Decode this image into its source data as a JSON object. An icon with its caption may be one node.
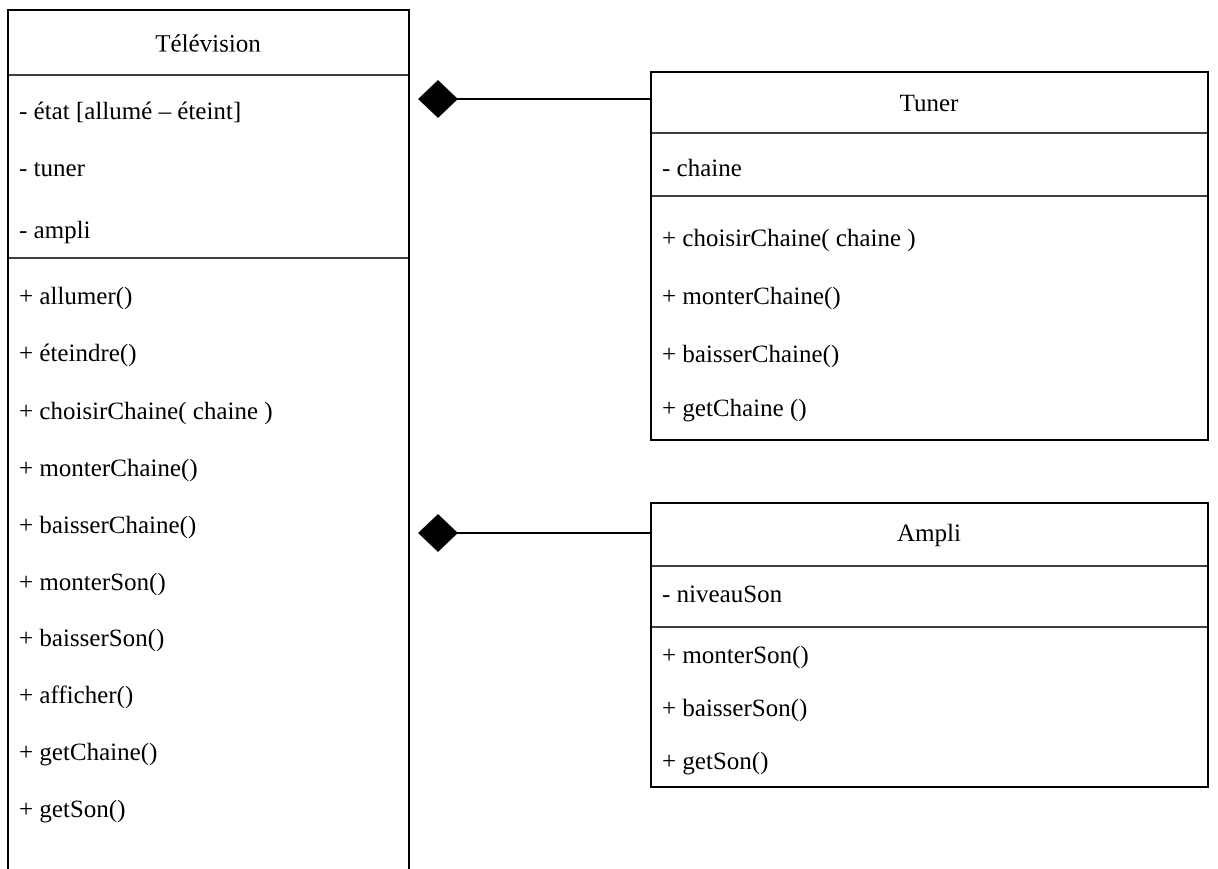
{
  "diagram": {
    "nodes": [
      {
        "text": [
          "Télévision",
          "- état [allumé – éteint]",
          "- tuner",
          "- ampli",
          "+ allumer()",
          "+ éteindre()",
          "+ choisirChaine( chaine )",
          "+ monterChaine()",
          "+ baisserChaine()",
          "+ monterSon()",
          "+ baisserSon()",
          "+ afficher()",
          "+ getChaine()",
          "+ getSon()"
        ]
      },
      {
        "text": [
          "Tuner",
          "- chaine",
          "+ choisirChaine( chaine )",
          "+ monterChaine()",
          "+ baisserChaine()",
          "+ getChaine ()"
        ]
      },
      {
        "text": [
          "Ampli",
          "- niveauSon",
          "+ monterSon()",
          "+ baisserSon()",
          "+ getSon()"
        ]
      }
    ],
    "edges": [
      {
        "from": 0,
        "to": 1,
        "arrow": "other"
      },
      {
        "from": 0,
        "to": 2,
        "arrow": "other"
      }
    ]
  }
}
